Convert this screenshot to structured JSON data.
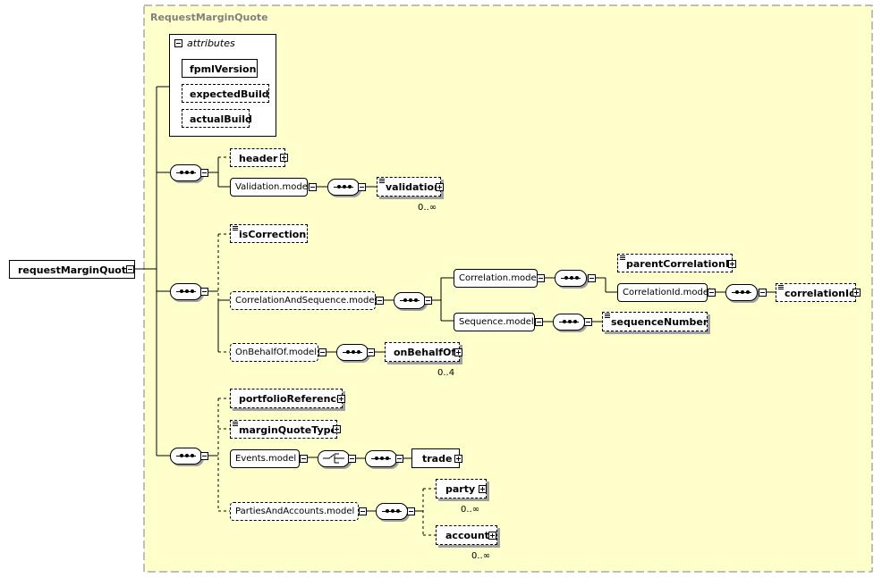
{
  "complex_type": {
    "label": "RequestMarginQuote"
  },
  "root": {
    "label": "requestMarginQuote"
  },
  "attributes": {
    "title": "attributes",
    "items": [
      {
        "label": "fpmlVersion"
      },
      {
        "label": "expectedBuild"
      },
      {
        "label": "actualBuild"
      }
    ]
  },
  "nodes": {
    "header": "header",
    "validation_model": "Validation.model",
    "validation": "validation",
    "validation_occ": "0..∞",
    "is_correction": "isCorrection",
    "correlation_and_sequence_model": "CorrelationAndSequence.model",
    "correlation_model": "Correlation.model",
    "parent_correlation_id": "parentCorrelationId",
    "correlation_id_model": "CorrelationId.model",
    "correlation_id": "correlationId",
    "sequence_model": "Sequence.model",
    "sequence_number": "sequenceNumber",
    "on_behalf_of_model": "OnBehalfOf.model",
    "on_behalf_of": "onBehalfOf",
    "on_behalf_of_occ": "0..4",
    "portfolio_reference": "portfolioReference",
    "margin_quote_type": "marginQuoteType",
    "events_model": "Events.model",
    "trade": "trade",
    "parties_and_accounts_model": "PartiesAndAccounts.model",
    "party": "party",
    "party_occ": "0..∞",
    "account": "account",
    "account_occ": "0..∞"
  },
  "colors": {
    "container_fill": "#ffffcc",
    "container_border": "#808080",
    "title_text": "#808080",
    "shadow": "#a0a0a0"
  }
}
